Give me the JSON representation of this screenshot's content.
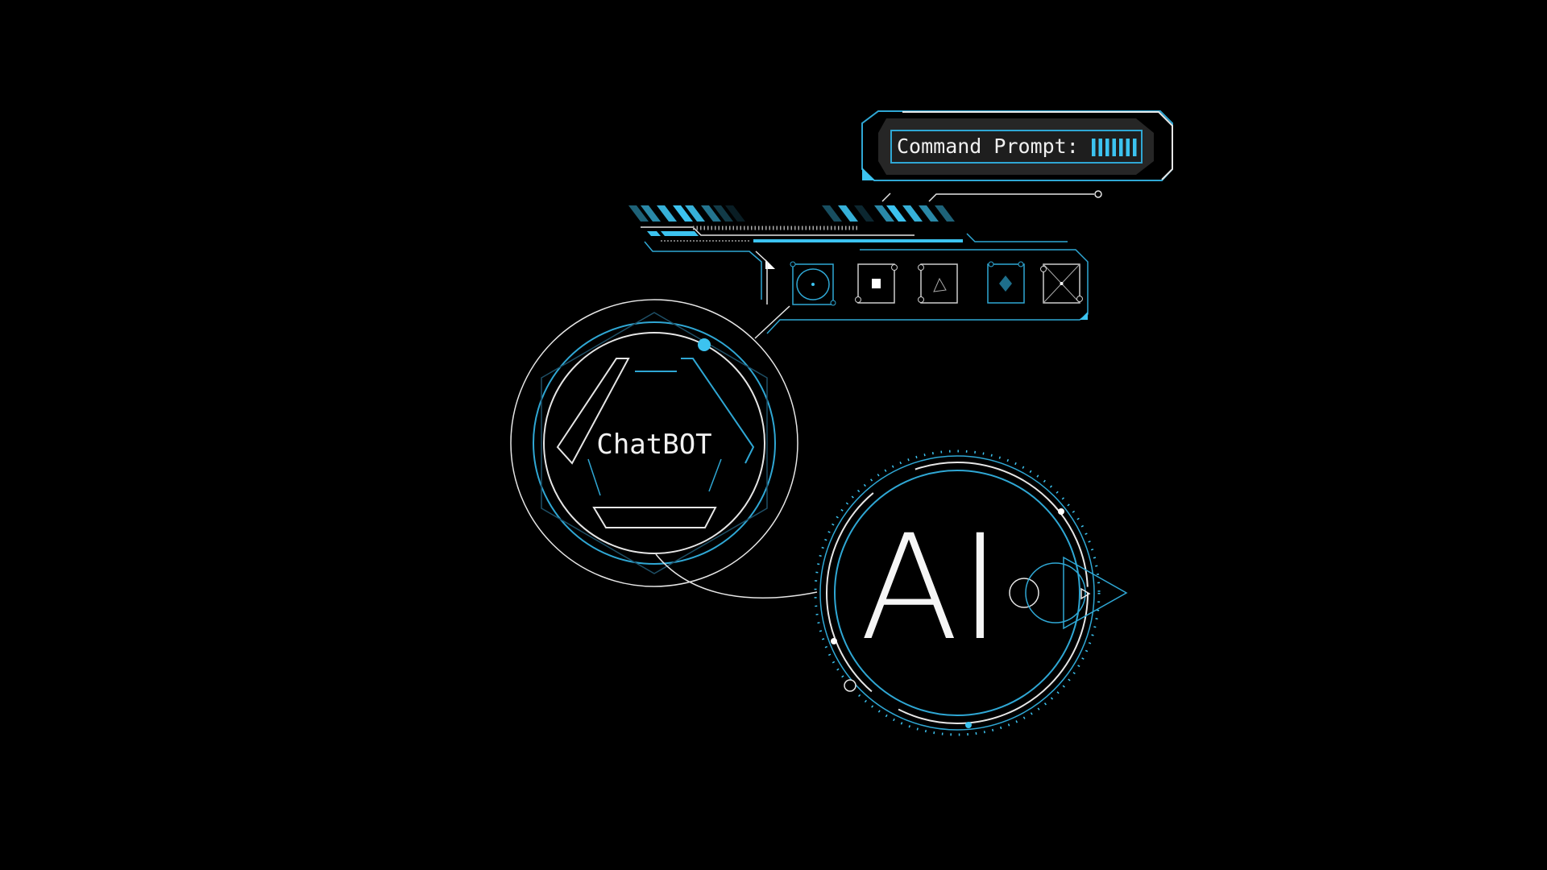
{
  "command_prompt": {
    "label": "Command Prompt:",
    "cursor_bars": 7
  },
  "hub": {
    "label": "ChatBOT"
  },
  "core": {
    "label": "AI"
  },
  "toolbar": {
    "icons": [
      "target-icon",
      "stop-icon",
      "triangle-nodes-icon",
      "diamond-icon",
      "cross-icon"
    ]
  },
  "colors": {
    "accent": "#3cc3f0",
    "accent_dim": "#1e6f8c",
    "line": "#e6e6e6",
    "panel": "#262626",
    "background": "#000000"
  }
}
